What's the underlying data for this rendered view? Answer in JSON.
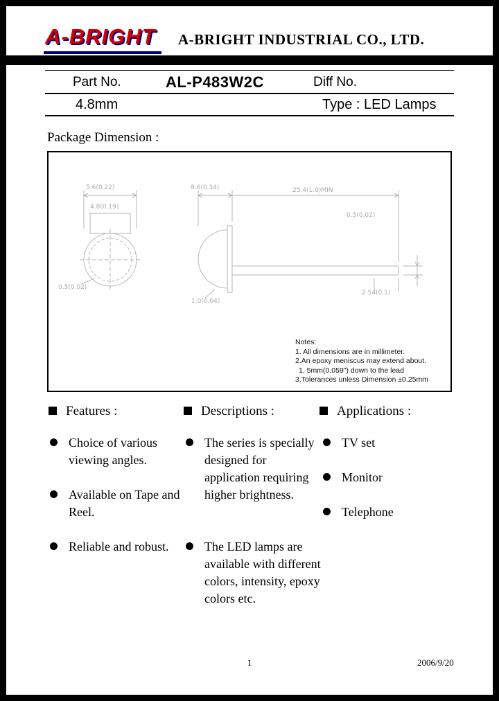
{
  "header": {
    "logo_text": "A-BRIGHT",
    "company_name": "A-BRIGHT INDUSTRIAL CO., LTD."
  },
  "part_info": {
    "part_no_label": "Part No.",
    "part_no_value": "AL-P483W2C",
    "diff_no_label": "Diff No.",
    "size": "4.8mm",
    "type_label": "Type : LED Lamps"
  },
  "package_dimension": {
    "title": "Package Dimension :",
    "drawing_labels": [
      "5.6(0.22)",
      "4.8(0.19)",
      "8.6(0.34)",
      "25.4(1.0)MIN",
      "0.5(0.02)",
      "1.0(0.04)",
      "2.54(0.1)",
      "0.5(0.02)"
    ],
    "notes_title": "Notes:",
    "notes": [
      "1. All dimensions are in millimeter.",
      "2.An epoxy meniscus may extend about.",
      "1. 5mm(0.059\") down to the lead",
      "3.Tolerances unless Dimension ±0.25mm"
    ]
  },
  "features": {
    "title": "Features :",
    "items": [
      "Choice of various viewing angles.",
      "Available on Tape and Reel.",
      "Reliable and robust."
    ]
  },
  "descriptions": {
    "title": "Descriptions :",
    "items": [
      "The series is specially designed for application requiring higher brightness.",
      "The LED lamps are available with different colors, intensity, epoxy colors etc."
    ]
  },
  "applications": {
    "title": "Applications :",
    "items": [
      "TV set",
      "Monitor",
      "Telephone"
    ]
  },
  "footer": {
    "page_number": "1",
    "date": "2006/9/20"
  }
}
